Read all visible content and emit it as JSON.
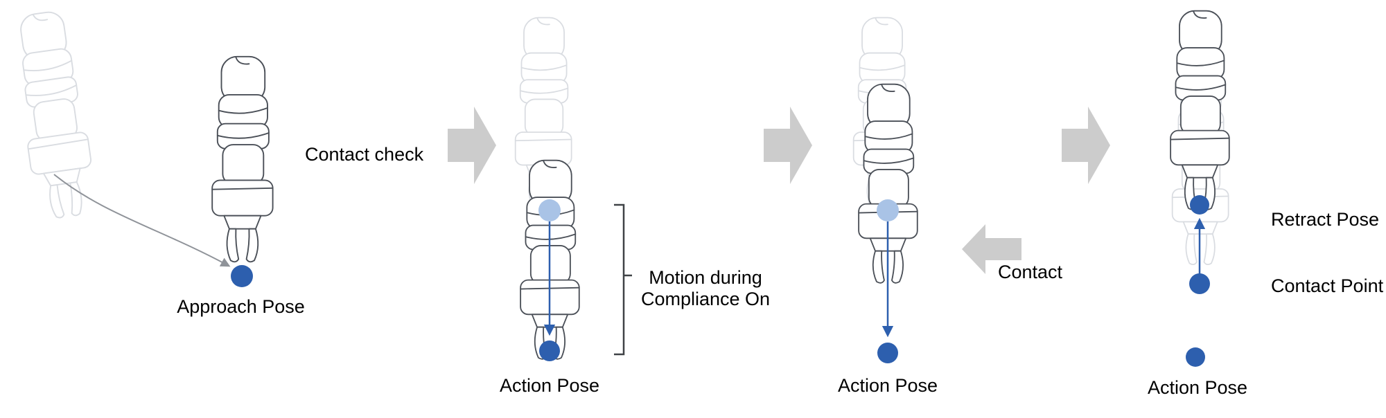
{
  "diagram": {
    "title_hint": "robot compliant contact sequence",
    "panels": [
      {
        "id": 1,
        "annotation": "Contact check",
        "caption": "Approach Pose"
      },
      {
        "id": 2,
        "annotation_line1": "Motion during",
        "annotation_line2": "Compliance On",
        "caption": "Action Pose"
      },
      {
        "id": 3,
        "annotation": "Contact",
        "caption": "Action Pose"
      },
      {
        "id": 4,
        "labels": {
          "retract": "Retract Pose",
          "contact_point": "Contact Point"
        },
        "caption": "Action Pose"
      }
    ]
  },
  "colors": {
    "pose_dot": "#2d5fae",
    "pose_dot_light": "#a9c3e6",
    "motion_arrow": "#2d5fae",
    "flow_arrow": "#cccccc",
    "approach_path": "#8f9399",
    "robot_outline": "#4a4f57",
    "robot_ghost": "#d9dce1",
    "bracket": "#3f4246",
    "text": "#000000"
  }
}
